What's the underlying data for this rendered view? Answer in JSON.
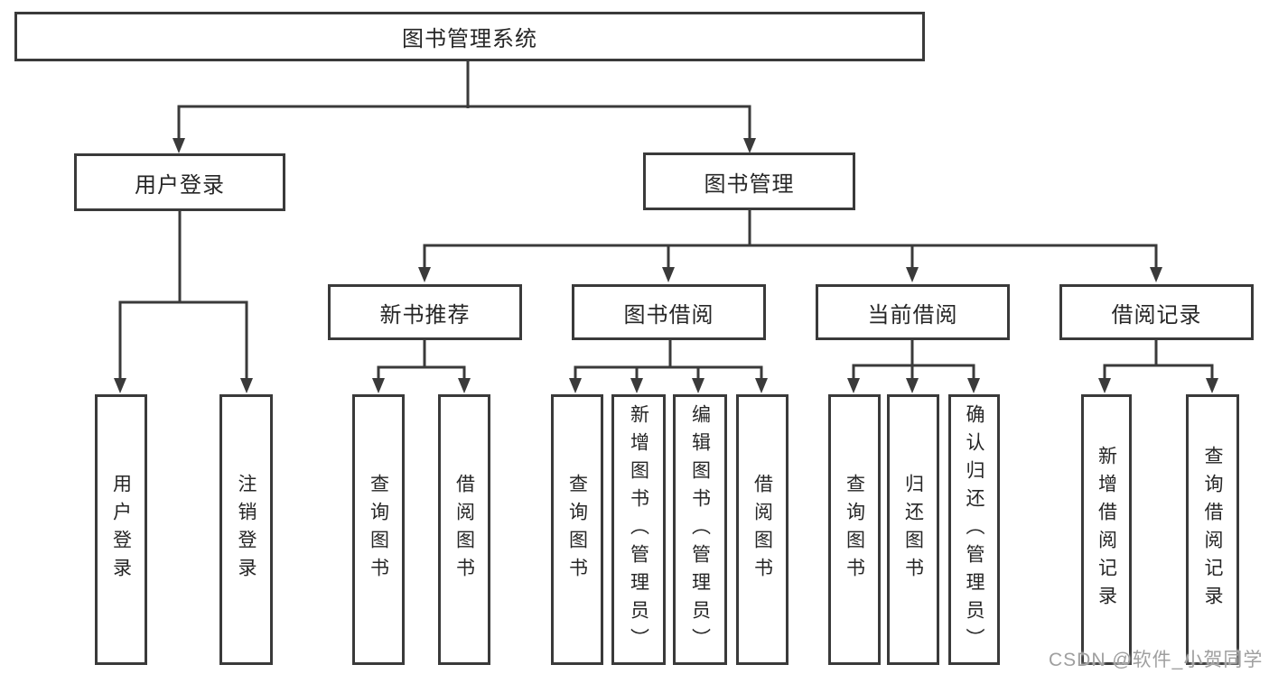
{
  "diagram": {
    "root": {
      "label": "图书管理系统"
    },
    "level2": [
      {
        "id": "user-login",
        "label": "用户登录",
        "parent": "图书管理系统"
      },
      {
        "id": "book-management",
        "label": "图书管理",
        "parent": "图书管理系统"
      }
    ],
    "level3": [
      {
        "id": "new-book-recommendation",
        "label": "新书推荐",
        "parent": "图书管理"
      },
      {
        "id": "book-borrowing",
        "label": "图书借阅",
        "parent": "图书管理"
      },
      {
        "id": "current-borrowing",
        "label": "当前借阅",
        "parent": "图书管理"
      },
      {
        "id": "borrowing-records",
        "label": "借阅记录",
        "parent": "图书管理"
      }
    ],
    "leaves": [
      {
        "label": "用户登录",
        "parent": "用户登录"
      },
      {
        "label": "注销登录",
        "parent": "用户登录"
      },
      {
        "label": "查询图书",
        "parent": "新书推荐"
      },
      {
        "label": "借阅图书",
        "parent": "新书推荐"
      },
      {
        "label": "查询图书",
        "parent": "图书借阅"
      },
      {
        "label": "新增图书（管理员）",
        "parent": "图书借阅"
      },
      {
        "label": "编辑图书（管理员）",
        "parent": "图书借阅"
      },
      {
        "label": "借阅图书",
        "parent": "图书借阅"
      },
      {
        "label": "查询图书",
        "parent": "当前借阅"
      },
      {
        "label": "归还图书",
        "parent": "当前借阅"
      },
      {
        "label": "确认归还（管理员）",
        "parent": "当前借阅"
      },
      {
        "label": "新增借阅记录",
        "parent": "借阅记录"
      },
      {
        "label": "查询借阅记录",
        "parent": "借阅记录"
      }
    ]
  },
  "watermark": {
    "text": "CSDN @软件_小贺同学"
  },
  "colors": {
    "line": "#3a3a3a",
    "text": "#262626",
    "background": "#ffffff",
    "watermark": "#9f9f9f"
  }
}
